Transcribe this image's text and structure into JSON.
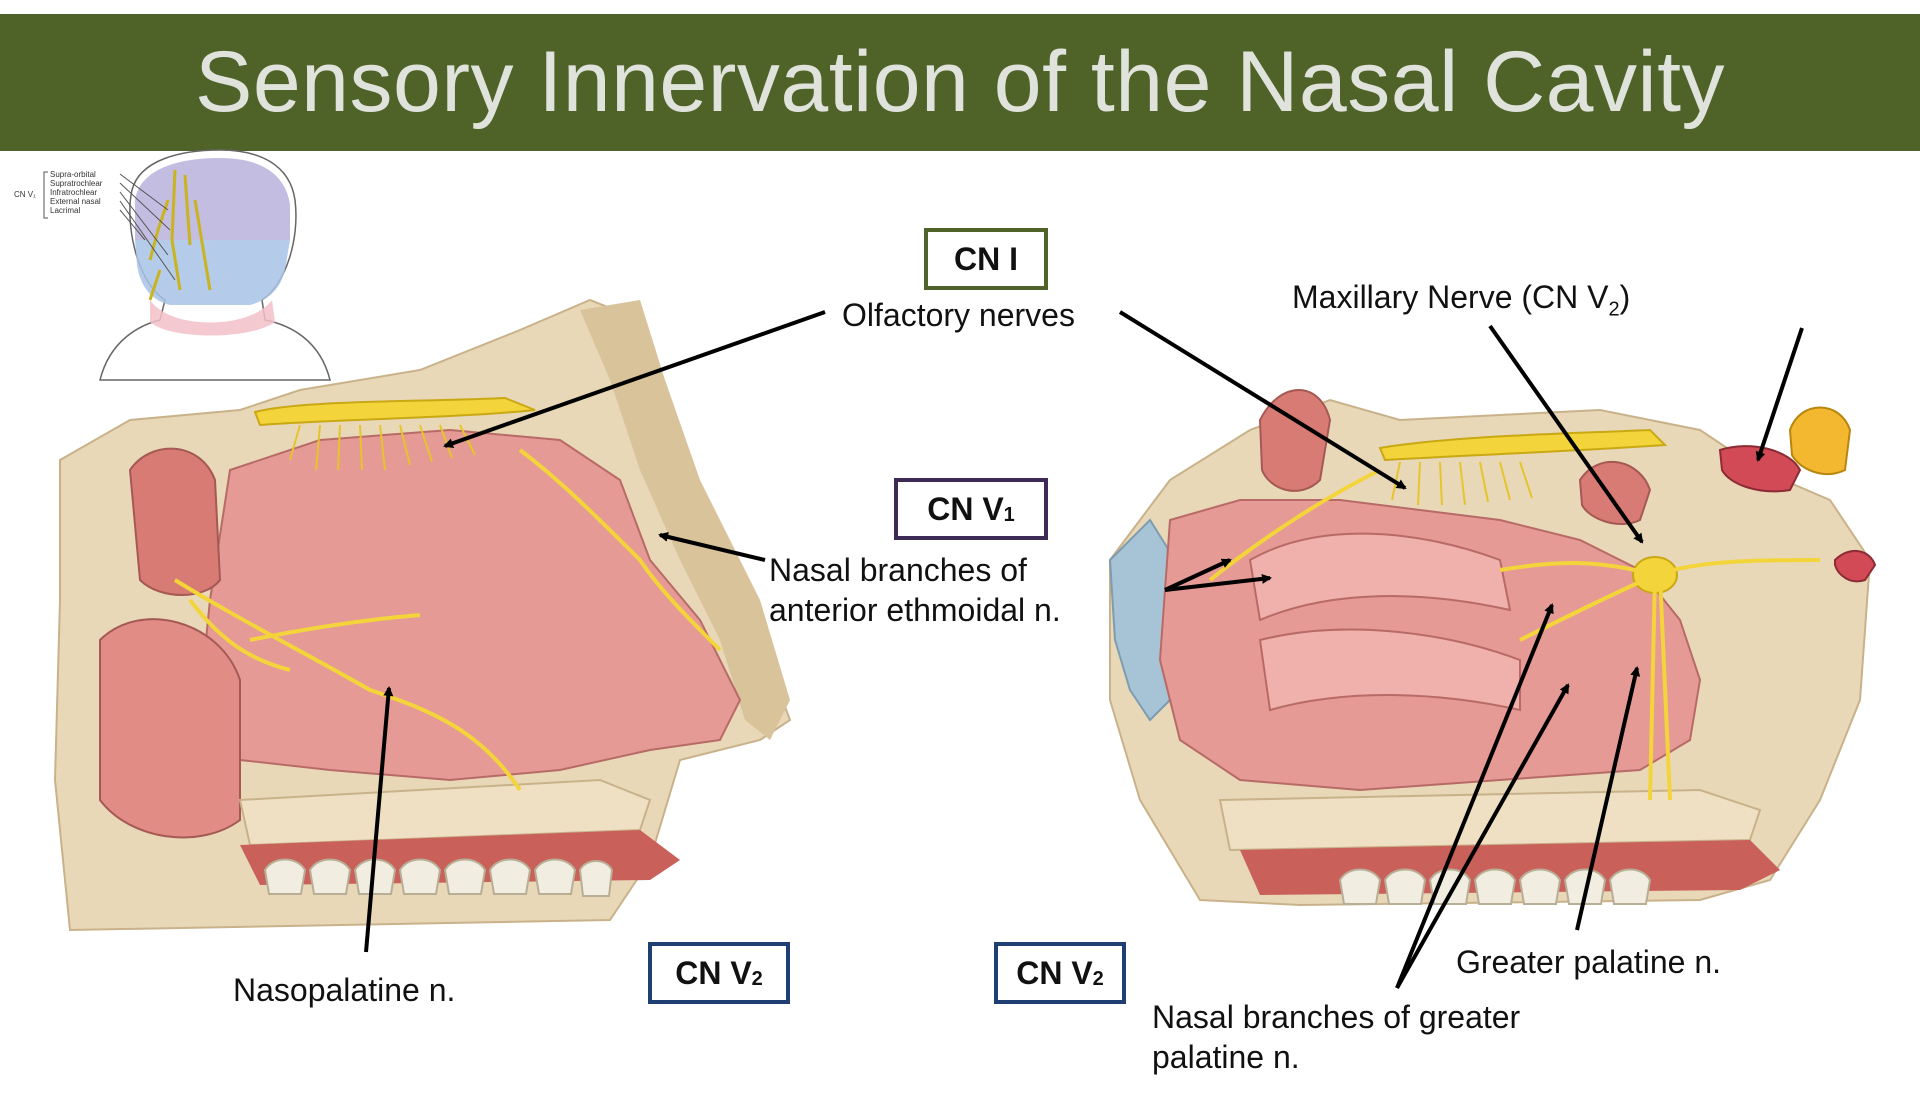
{
  "title": "Sensory Innervation of the Nasal Cavity",
  "inset": {
    "group_label": "CN V₁",
    "branches": [
      "Supra-orbital",
      "Supratrochlear",
      "Infratrochlear",
      "External nasal",
      "Lacrimal"
    ]
  },
  "boxes": {
    "cn_i": "CN I",
    "cn_v1_main": "CN V",
    "cn_v1_sub": "1",
    "cn_v2_left_main": "CN V",
    "cn_v2_left_sub": "2",
    "cn_v2_right_main": "CN V",
    "cn_v2_right_sub": "2"
  },
  "labels": {
    "olfactory": "Olfactory nerves",
    "maxillary_main": "Maxillary Nerve (CN V",
    "maxillary_sub": "2",
    "maxillary_end": ")",
    "ethmoidal_line1": "Nasal branches of",
    "ethmoidal_line2": "anterior ethmoidal n.",
    "nasopalatine": "Nasopalatine n.",
    "greater_palatine": "Greater palatine n.",
    "nasal_gp_line1": "Nasal branches of greater",
    "nasal_gp_line2": "palatine n."
  },
  "colors": {
    "title_bar": "#4f6228",
    "title_text": "#dfe3dc",
    "mucosa": "#e59a95",
    "bone": "#e8d8b8",
    "nerve": "#f3d43a",
    "cn_i_border": "#4f6228",
    "cn_v1_border": "#3d2a57",
    "cn_v2_border": "#1f3f73"
  }
}
